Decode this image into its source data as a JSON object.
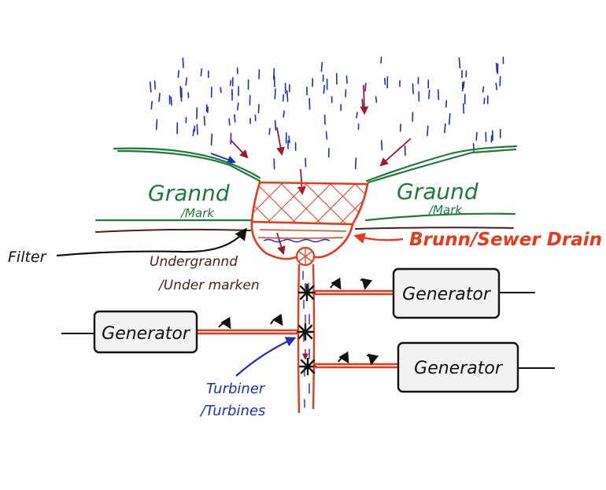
{
  "colors": {
    "ground": "#1d7a3a",
    "underground": "#4a1f14",
    "drain": "#e8391c",
    "rain": "#1c2fb8",
    "arrow": "#a3152a",
    "ink": "#111111",
    "box": "#f2f2f2"
  },
  "labels": {
    "ground_left": "Grannd",
    "mark_left": "/Mark",
    "ground_right": "Graund",
    "mark_right": "/Mark",
    "filter": "Filter",
    "underground_line1": "Undergrannd",
    "underground_line2": "/Under marken",
    "drain": "Brunn/Sewer Drain",
    "turbines_line1": "Turbiner",
    "turbines_line2": "/Turbines"
  },
  "generators": [
    {
      "id": "left",
      "label": "Generator"
    },
    {
      "id": "top-right",
      "label": "Generator"
    },
    {
      "id": "bottom-right",
      "label": "Generator"
    }
  ]
}
